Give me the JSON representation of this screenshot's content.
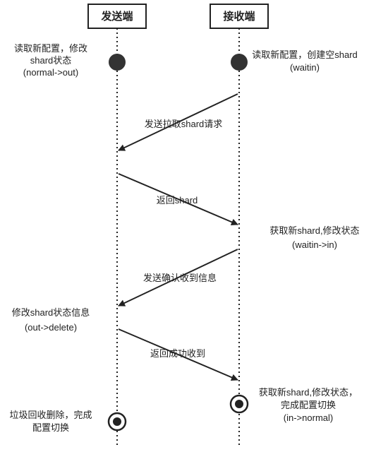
{
  "lifelines": {
    "sender": "发送端",
    "receiver": "接收端"
  },
  "notes": {
    "sender_1": [
      "读取新配置，修改",
      "shard状态",
      "(normal->out)"
    ],
    "receiver_1": [
      "读取新配置，创建空shard",
      "(waitin)"
    ],
    "receiver_2": [
      "获取新shard,修改状态",
      "(waitin->in)"
    ],
    "sender_2": [
      "修改shard状态信息",
      "(out->delete)"
    ],
    "receiver_3": [
      "获取新shard,修改状态，",
      "完成配置切换",
      "(in->normal)"
    ],
    "sender_3": [
      "垃圾回收删除，完成",
      "配置切换"
    ]
  },
  "messages": {
    "m1": "发送拉取shard请求",
    "m2": "返回shard",
    "m3": "发送确认收到信息",
    "m4": "返回成功收到"
  },
  "colors": {
    "line": "#222222",
    "box_border": "#222222",
    "node_fill": "#333333"
  }
}
